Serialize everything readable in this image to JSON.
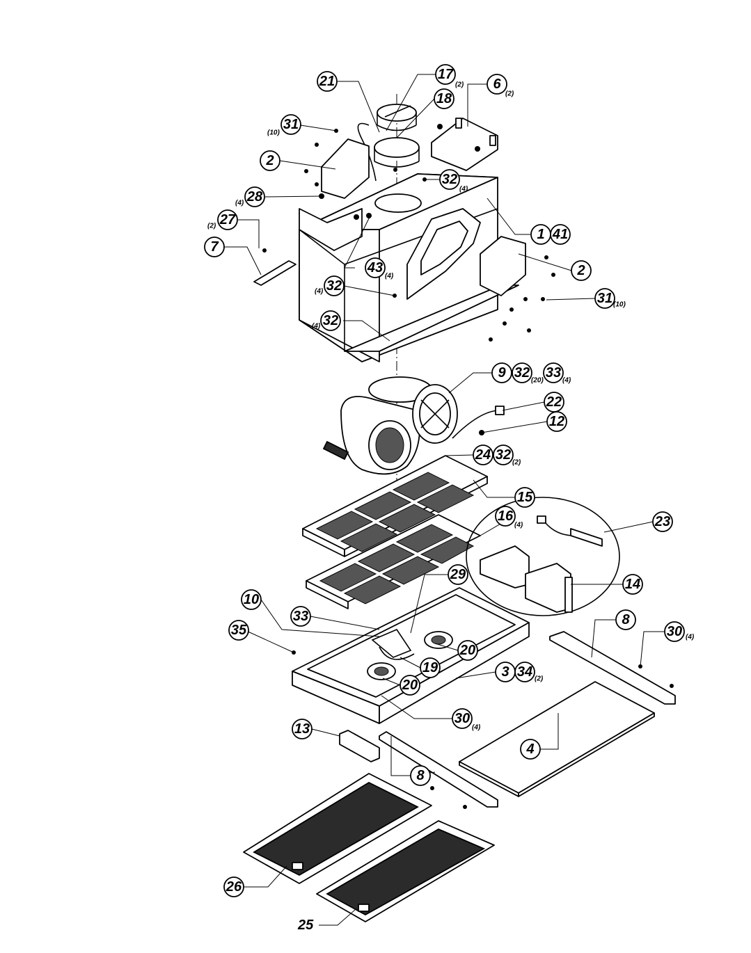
{
  "balloons": {
    "b21": "21",
    "b17": "17",
    "b17q": "(2)",
    "b18": "18",
    "b6": "6",
    "b6q": "(2)",
    "b31a": "31",
    "b31aq": "(10)",
    "b2a": "2",
    "b32a": "32",
    "b32aq": "(4)",
    "b28": "28",
    "b28q": "(4)",
    "b27": "27",
    "b27q": "(2)",
    "b7": "7",
    "b1": "1",
    "b41": "41",
    "b2b": "2",
    "b43": "43",
    "b43q": "(4)",
    "b32b": "32",
    "b32bq": "(4)",
    "b31b": "31",
    "b31bq": "(10)",
    "b32c": "32",
    "b32cq": "(4)",
    "b9": "9",
    "b32d": "32",
    "b32dq": "(20)",
    "b33a": "33",
    "b33aq": "(4)",
    "b22": "22",
    "b12": "12",
    "b24": "24",
    "b32e": "32",
    "b32eq": "(2)",
    "b15": "15",
    "b16": "16",
    "b16q": "(4)",
    "b23": "23",
    "b14": "14",
    "b29": "29",
    "b10": "10",
    "b33b": "33",
    "b35": "35",
    "b20a": "20",
    "b8a": "8",
    "b30a": "30",
    "b30aq": "(4)",
    "b19": "19",
    "b3": "3",
    "b34": "34",
    "b34q": "(2)",
    "b20b": "20",
    "b30b": "30",
    "b30bq": "(4)",
    "b13": "13",
    "b4": "4",
    "b8b": "8",
    "b26": "26",
    "b25": "25"
  }
}
